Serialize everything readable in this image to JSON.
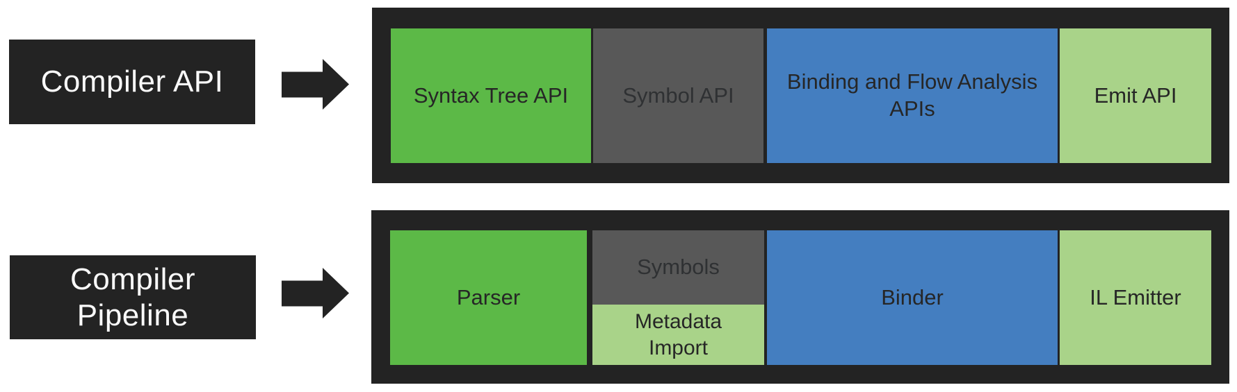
{
  "colors": {
    "background": "#FFFFFF",
    "dark": "#232323",
    "green": "#5CB947",
    "gray": "#585858",
    "blue": "#447EC0",
    "light_green": "#A9D389",
    "box_text": "#262626",
    "gray_box_text": "#2F3133",
    "label_text": "#FAFAFA"
  },
  "compiler_api_row": {
    "label": "Compiler API",
    "boxes": {
      "syntax_tree": "Syntax Tree API",
      "symbol": "Symbol API",
      "binding": "Binding and Flow Analysis\nAPIs",
      "emit": "Emit API"
    }
  },
  "compiler_pipeline_row": {
    "label": "Compiler\nPipeline",
    "boxes": {
      "parser": "Parser",
      "symbols": "Symbols",
      "metadata_import": "Metadata\nImport",
      "binder": "Binder",
      "il_emitter": "IL Emitter"
    }
  }
}
